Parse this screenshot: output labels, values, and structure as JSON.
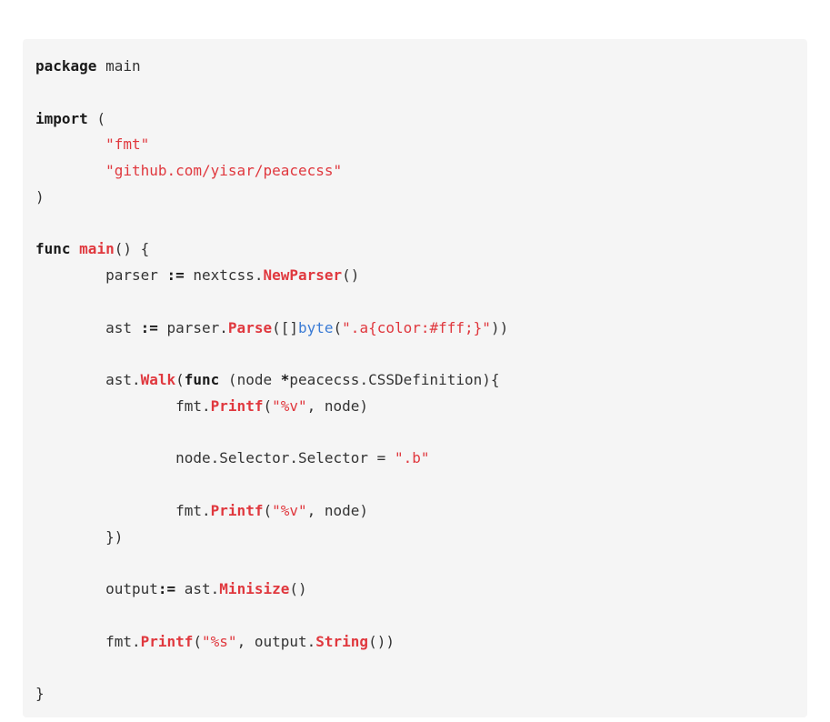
{
  "code": {
    "language": "go",
    "lines": [
      [
        {
          "t": "kw",
          "v": "package"
        },
        {
          "t": "plain",
          "v": " main"
        }
      ],
      [],
      [
        {
          "t": "kw",
          "v": "import"
        },
        {
          "t": "plain",
          "v": " ("
        }
      ],
      [
        {
          "t": "plain",
          "v": "        "
        },
        {
          "t": "str",
          "v": "\"fmt\""
        }
      ],
      [
        {
          "t": "plain",
          "v": "        "
        },
        {
          "t": "str",
          "v": "\"github.com/yisar/peacecss\""
        }
      ],
      [
        {
          "t": "plain",
          "v": ")"
        }
      ],
      [],
      [
        {
          "t": "kw",
          "v": "func"
        },
        {
          "t": "plain",
          "v": " "
        },
        {
          "t": "fn",
          "v": "main"
        },
        {
          "t": "plain",
          "v": "() {"
        }
      ],
      [
        {
          "t": "plain",
          "v": "        parser "
        },
        {
          "t": "kw",
          "v": ":="
        },
        {
          "t": "plain",
          "v": " nextcss."
        },
        {
          "t": "fn",
          "v": "NewParser"
        },
        {
          "t": "plain",
          "v": "()"
        }
      ],
      [],
      [
        {
          "t": "plain",
          "v": "        ast "
        },
        {
          "t": "kw",
          "v": ":="
        },
        {
          "t": "plain",
          "v": " parser."
        },
        {
          "t": "fn",
          "v": "Parse"
        },
        {
          "t": "plain",
          "v": "([]"
        },
        {
          "t": "type",
          "v": "byte"
        },
        {
          "t": "plain",
          "v": "("
        },
        {
          "t": "str",
          "v": "\".a{color:#fff;}\""
        },
        {
          "t": "plain",
          "v": "))"
        }
      ],
      [],
      [
        {
          "t": "plain",
          "v": "        ast."
        },
        {
          "t": "fn",
          "v": "Walk"
        },
        {
          "t": "plain",
          "v": "("
        },
        {
          "t": "kw",
          "v": "func"
        },
        {
          "t": "plain",
          "v": " (node "
        },
        {
          "t": "kw",
          "v": "*"
        },
        {
          "t": "plain",
          "v": "peacecss.CSSDefinition){"
        }
      ],
      [
        {
          "t": "plain",
          "v": "                fmt."
        },
        {
          "t": "fn",
          "v": "Printf"
        },
        {
          "t": "plain",
          "v": "("
        },
        {
          "t": "str",
          "v": "\"%v\""
        },
        {
          "t": "plain",
          "v": ", node)"
        }
      ],
      [],
      [
        {
          "t": "plain",
          "v": "                node.Selector.Selector = "
        },
        {
          "t": "str",
          "v": "\".b\""
        }
      ],
      [],
      [
        {
          "t": "plain",
          "v": "                fmt."
        },
        {
          "t": "fn",
          "v": "Printf"
        },
        {
          "t": "plain",
          "v": "("
        },
        {
          "t": "str",
          "v": "\"%v\""
        },
        {
          "t": "plain",
          "v": ", node)"
        }
      ],
      [
        {
          "t": "plain",
          "v": "        })"
        }
      ],
      [],
      [
        {
          "t": "plain",
          "v": "        output"
        },
        {
          "t": "kw",
          "v": ":="
        },
        {
          "t": "plain",
          "v": " ast."
        },
        {
          "t": "fn",
          "v": "Minisize"
        },
        {
          "t": "plain",
          "v": "()"
        }
      ],
      [],
      [
        {
          "t": "plain",
          "v": "        fmt."
        },
        {
          "t": "fn",
          "v": "Printf"
        },
        {
          "t": "plain",
          "v": "("
        },
        {
          "t": "str",
          "v": "\"%s\""
        },
        {
          "t": "plain",
          "v": ", output."
        },
        {
          "t": "fn",
          "v": "String"
        },
        {
          "t": "plain",
          "v": "())"
        }
      ],
      [],
      [
        {
          "t": "plain",
          "v": "}"
        }
      ]
    ]
  },
  "colors": {
    "background": "#f5f5f5",
    "keyword": "#1a1a1a",
    "string": "#e0383e",
    "function": "#e0383e",
    "type": "#3a7bd5",
    "text": "#333333"
  }
}
